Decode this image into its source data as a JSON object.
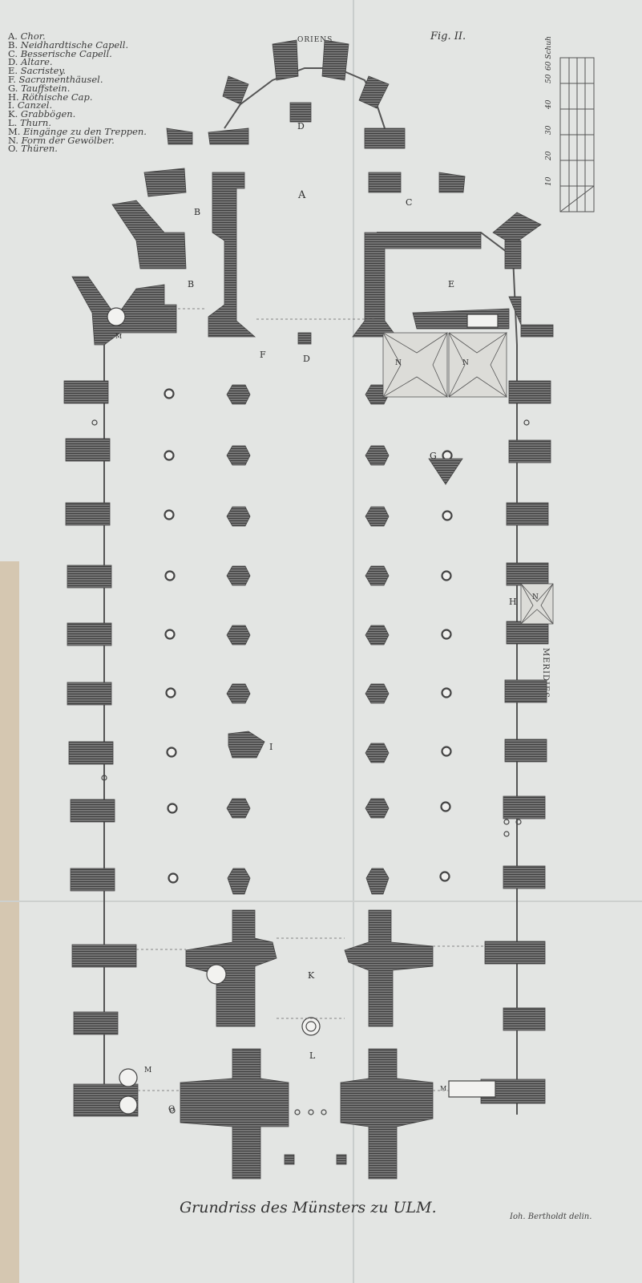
{
  "figure_label": "Fig. II.",
  "orientation": {
    "east": "ORIENS",
    "south": "MERIDIES"
  },
  "legend": [
    {
      "key": "A.",
      "text": "Chor."
    },
    {
      "key": "B.",
      "text": "Neidhardtische Capell."
    },
    {
      "key": "C.",
      "text": "Besserische Capell."
    },
    {
      "key": "D.",
      "text": "Altare."
    },
    {
      "key": "E.",
      "text": "Sacristey."
    },
    {
      "key": "F.",
      "text": "Sacramenthäusel."
    },
    {
      "key": "G.",
      "text": "Tauffstein."
    },
    {
      "key": "H.",
      "text": "Röthische Cap."
    },
    {
      "key": "I.",
      "text": "Canzel."
    },
    {
      "key": "K.",
      "text": "Grabbögen."
    },
    {
      "key": "L.",
      "text": "Thurn."
    },
    {
      "key": "M.",
      "text": "Eingänge zu den Treppen."
    },
    {
      "key": "N.",
      "text": "Form der Gewölber."
    },
    {
      "key": "O.",
      "text": "Thüren."
    }
  ],
  "scale": {
    "unit": "60 Schuh",
    "ticks": [
      "10",
      "20",
      "30",
      "40",
      "50"
    ]
  },
  "plan_labels": {
    "A": "A",
    "B": "B",
    "C": "C",
    "D": "D",
    "E": "E",
    "F": "F",
    "G": "G",
    "H": "H",
    "I": "I",
    "K": "K",
    "L": "L",
    "M": "M",
    "N": "N",
    "O": "O"
  },
  "title": "Grundriss des Münsters zu ULM.",
  "signature": "Ioh. Bertholdt delin.",
  "colors": {
    "ink": "#4a4a4a",
    "paper": "#e3e5e3",
    "line": "#555555"
  }
}
